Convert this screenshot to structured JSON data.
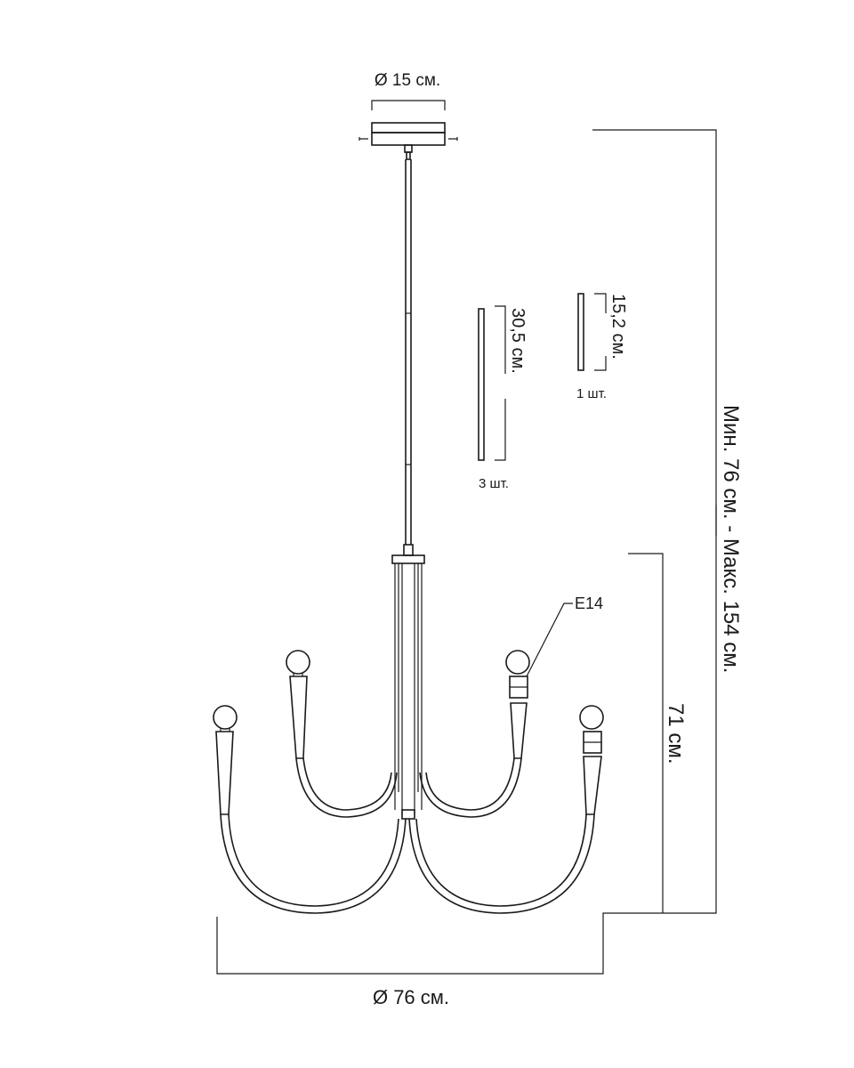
{
  "labels": {
    "canopy_diameter": "Ø 15 см.",
    "rod_long_length": "30,5 см.",
    "rod_long_qty": "3 шт.",
    "rod_short_length": "15,2 см.",
    "rod_short_qty": "1 шт.",
    "socket_type": "E14",
    "body_height": "71 см.",
    "total_height": "Мин. 76 см. - Макс. 154 см.",
    "diameter": "Ø 76 см."
  },
  "colors": {
    "line": "#1a1a1a",
    "background": "#ffffff"
  }
}
